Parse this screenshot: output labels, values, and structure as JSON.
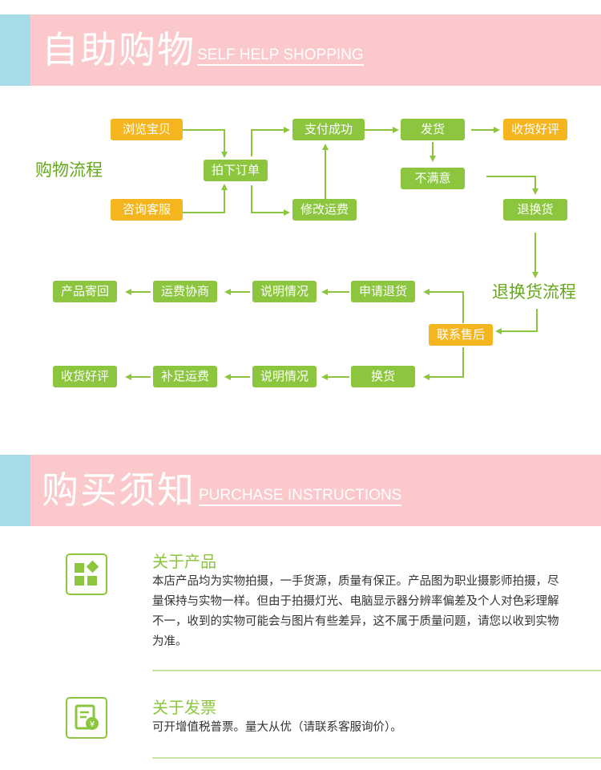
{
  "section1": {
    "title_cn": "自助购物",
    "title_en": "SELF HELP SHOPPING"
  },
  "shopping_flow": {
    "label": "购物流程",
    "browse": "浏览宝贝",
    "consult": "咨询客服",
    "place_order": "拍下订单",
    "pay_success": "支付成功",
    "modify_shipping": "修改运费",
    "ship": "发货",
    "confirm_receipt": "收货好评",
    "unsatisfied": "不满意",
    "return_exchange": "退换货"
  },
  "return_flow": {
    "label": "退换货流程",
    "contact_aftersales": "联系售后",
    "request_refund": "申请退货",
    "explain_1": "说明情况",
    "negotiate_shipping": "运费协商",
    "send_back": "产品寄回",
    "exchange": "换货",
    "explain_2": "说明情况",
    "pay_shipping": "补足运费",
    "confirm_receipt": "收货好评"
  },
  "section2": {
    "title_cn": "购买须知",
    "title_en": "PURCHASE INSTRUCTIONS"
  },
  "notice": {
    "product": {
      "title": "关于产品",
      "text": "本店产品均为实物拍摄，一手货源，质量有保正。产品图为职业摄影师拍摄，尽量保持与实物一样。但由于拍摄灯光、电脑显示器分辨率偏差及个人对色彩理解不一，收到的实物可能会与图片有些差异，这不属于质量问题，请您以收到实物为准。"
    },
    "invoice": {
      "title": "关于发票",
      "text": "可开增值税普票。量大从优（请联系客服询价）。"
    }
  },
  "colors": {
    "orange": "#f5b51f",
    "green": "#8cc63f",
    "pink": "#fbc8cb",
    "blue": "#a7dbe8"
  }
}
